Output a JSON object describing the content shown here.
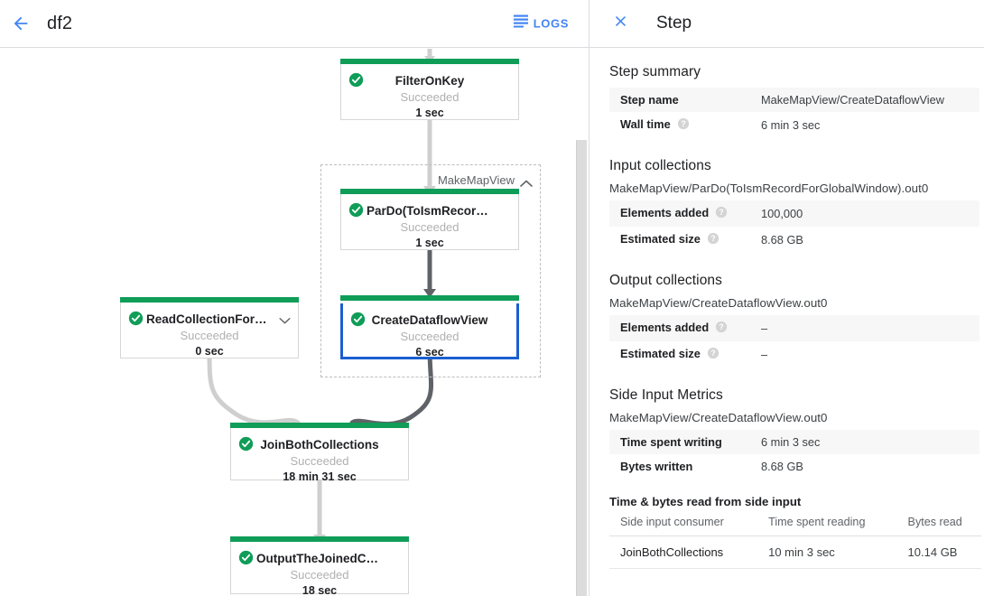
{
  "header": {
    "back_icon": "arrow-left-icon",
    "job_title": "df2",
    "logs_icon": "logs-list-icon",
    "logs_label": "LOGS"
  },
  "graph": {
    "group": {
      "label": "MakeMapView",
      "chevron": "chevron-up-icon"
    },
    "nodes": [
      {
        "id": "FilterOnKey",
        "name": "FilterOnKey",
        "status": "Succeeded",
        "time": "1 sec",
        "selected": false,
        "has_chevron": false
      },
      {
        "id": "ParDo",
        "name": "ParDo(ToIsmRecordFor…",
        "status": "Succeeded",
        "time": "1 sec",
        "selected": false,
        "has_chevron": false
      },
      {
        "id": "CreateDataflowView",
        "name": "CreateDataflowView",
        "status": "Succeeded",
        "time": "6 sec",
        "selected": true,
        "has_chevron": false
      },
      {
        "id": "ReadCollectionForJoin",
        "name": "ReadCollectionForJoin",
        "status": "Succeeded",
        "time": "0 sec",
        "selected": false,
        "has_chevron": true
      },
      {
        "id": "JoinBothCollections",
        "name": "JoinBothCollections",
        "status": "Succeeded",
        "time": "18 min 31 sec",
        "selected": false,
        "has_chevron": false
      },
      {
        "id": "OutputTheJoinedCollection",
        "name": "OutputTheJoinedCollec…",
        "status": "Succeeded",
        "time": "18 sec",
        "selected": false,
        "has_chevron": false
      }
    ],
    "colors": {
      "success_bar": "#0f9d58",
      "selected_border": "#1a5fd0",
      "edge_light": "#cfcfcf",
      "edge_dark": "#5f6368"
    }
  },
  "panel": {
    "close_icon": "close-icon",
    "title": "Step",
    "step_summary": {
      "heading": "Step summary",
      "rows": [
        {
          "key": "Step name",
          "value": "MakeMapView/CreateDataflowView",
          "help": false
        },
        {
          "key": "Wall time",
          "value": "6 min 3 sec",
          "help": true
        }
      ]
    },
    "input_collections": {
      "heading": "Input collections",
      "collection": "MakeMapView/ParDo(ToIsmRecordForGlobalWindow).out0",
      "rows": [
        {
          "key": "Elements added",
          "value": "100,000",
          "help": true
        },
        {
          "key": "Estimated size",
          "value": "8.68 GB",
          "help": true
        }
      ]
    },
    "output_collections": {
      "heading": "Output collections",
      "collection": "MakeMapView/CreateDataflowView.out0",
      "rows": [
        {
          "key": "Elements added",
          "value": "–",
          "help": true
        },
        {
          "key": "Estimated size",
          "value": "–",
          "help": true
        }
      ]
    },
    "side_input_metrics": {
      "heading": "Side Input Metrics",
      "collection": "MakeMapView/CreateDataflowView.out0",
      "rows": [
        {
          "key": "Time spent writing",
          "value": "6 min 3 sec",
          "help": false
        },
        {
          "key": "Bytes written",
          "value": "8.68 GB",
          "help": false
        }
      ],
      "table": {
        "title": "Time & bytes read from side input",
        "columns": [
          "Side input consumer",
          "Time spent reading",
          "Bytes read"
        ],
        "rows": [
          [
            "JoinBothCollections",
            "10 min 3 sec",
            "10.14 GB"
          ]
        ]
      }
    }
  }
}
